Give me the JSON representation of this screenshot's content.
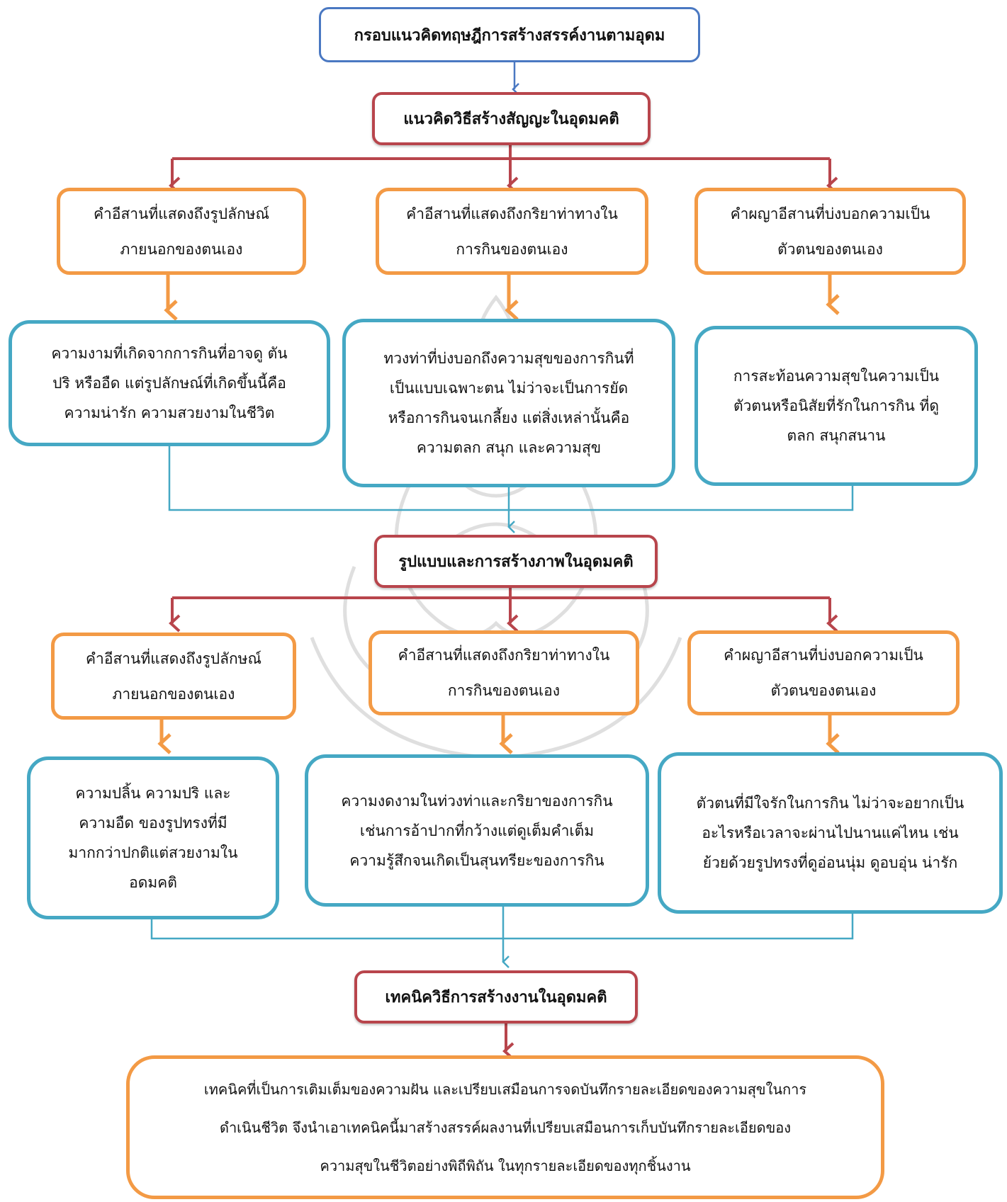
{
  "header": {
    "title": "กรอบแนวคิดทฤษฎีการสร้างสรรค์งานตามอุดม"
  },
  "section1": {
    "title": "แนวคิดวิธีสร้างสัญญะในอุดมคติ",
    "left": {
      "head1": "คำอีสานที่แสดงถึงรูปลักษณ์",
      "head2": "ภายนอกของตนเอง",
      "body1": "ความงามที่เกิดจากการกินที่อาจดู ตัน",
      "body2": "ปริ หรืออืด แต่รูปลักษณ์ที่เกิดขึ้นนี้คือ",
      "body3": "ความน่ารัก ความสวยงามในชีวิต"
    },
    "middle": {
      "head1": "คำอีสานที่แสดงถึงกริยาท่าทางใน",
      "head2": "การกินของตนเอง",
      "body1": "ทวงท่าที่บ่งบอกถึงความสุขของการกินที่",
      "body2": "เป็นแบบเฉพาะตน ไม่ว่าจะเป็นการยัด",
      "body3": "หรือการกินจนเกลี้ยง แต่สิ่งเหล่านั้นคือ",
      "body4": "ความตลก สนุก และความสุข"
    },
    "right": {
      "head1": "คำผญาอีสานที่บ่งบอกความเป็น",
      "head2": "ตัวตนของตนเอง",
      "body1": "การสะท้อนความสุขในความเป็น",
      "body2": "ตัวตนหรือนิสัยที่รักในการกิน ที่ดู",
      "body3": "ตลก สนุกสนาน"
    }
  },
  "section2": {
    "title": "รูปแบบและการสร้างภาพในอุดมคติ",
    "left": {
      "head1": "คำอีสานที่แสดงถึงรูปลักษณ์",
      "head2": "ภายนอกของตนเอง",
      "body1": "ความปลิ้น ความปริ และ",
      "body2": "ความอืด ของรูปทรงที่มี",
      "body3": "มากกว่าปกติแต่สวยงามใน",
      "body4": "อดมคติ"
    },
    "middle": {
      "head1": "คำอีสานที่แสดงถึงกริยาท่าทางใน",
      "head2": "การกินของตนเอง",
      "body1": "ความงดงามในท่วงท่าและกริยาของการกิน",
      "body2": "เช่นการอ้าปากที่กว้างแต่ดูเต็มคำเต็ม",
      "body3": "ความรู้สึกจนเกิดเป็นสุนทรียะของการกิน"
    },
    "right": {
      "head1": "คำผญาอีสานที่บ่งบอกความเป็น",
      "head2": "ตัวตนของตนเอง",
      "body1": "ตัวตนที่มีใจรักในการกิน ไม่ว่าจะอยากเป็น",
      "body2": "อะไรหรือเวลาจะผ่านไปนานแค่ไหน เช่น",
      "body3": "ย้วยด้วยรูปทรงที่ดูอ่อนนุ่ม   ดูอบอุ่น น่ารัก"
    }
  },
  "section3": {
    "title": "เทคนิควิธีการสร้างงานในอุดมคติ",
    "body1": "เทคนิคที่เป็นการเติมเต็มของความฝัน และเปรียบเสมือนการจดบันทึกรายละเอียดของความสุขในการ",
    "body2": "ดำเนินชีวิต จึงนำเอาเทคนิคนี้มาสร้างสรรค์ผลงานที่เปรียบเสมือนการเก็บบันทึกรายละเอียดของ",
    "body3": "ความสุขในชีวิตอย่างพิถีพิถัน ในทุกรายละเอียดของทุกชิ้นงาน"
  },
  "colors": {
    "header_border": "#4a78c2",
    "red": "#b8454c",
    "orange": "#f39a45",
    "teal": "#45a8c4"
  }
}
